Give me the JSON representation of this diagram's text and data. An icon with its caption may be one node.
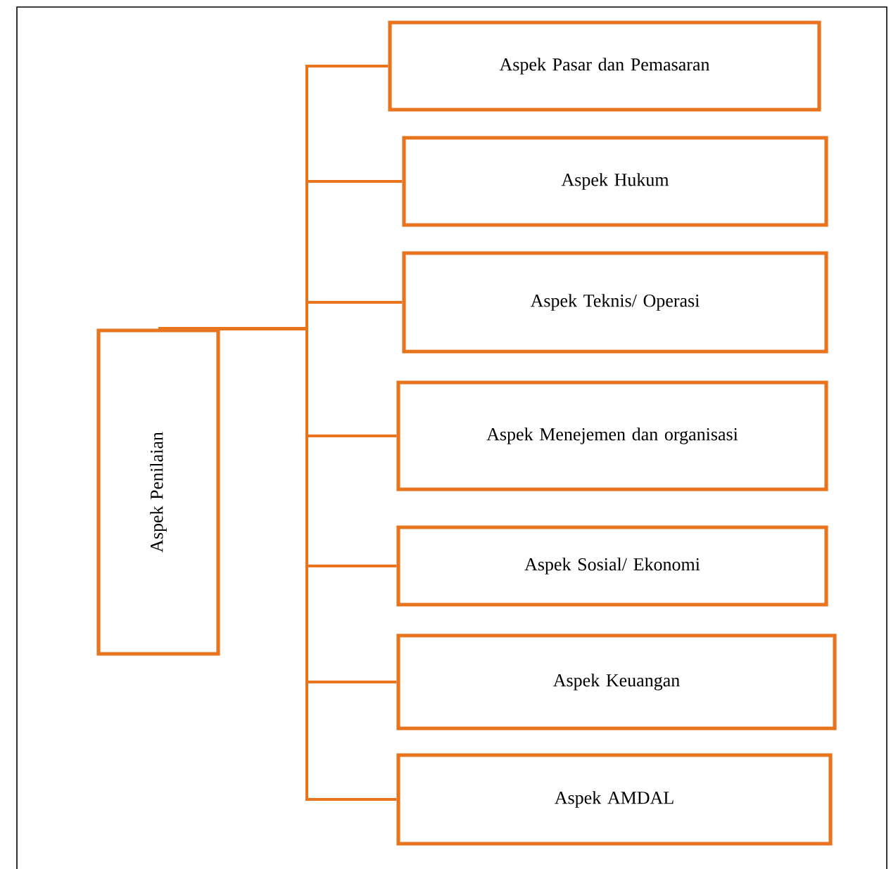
{
  "diagram": {
    "nodes": [
      {
        "text": [
          "Aspek Penilaian"
        ]
      },
      {
        "text": [
          "Aspek Pasar dan Pemasaran"
        ]
      },
      {
        "text": [
          "Aspek Hukum"
        ]
      },
      {
        "text": [
          "Aspek Teknis/ Operasi"
        ]
      },
      {
        "text": [
          "Aspek Menejemen dan organisasi"
        ]
      },
      {
        "text": [
          "Aspek Sosial/ Ekonomi"
        ]
      },
      {
        "text": [
          "Aspek Keuangan"
        ]
      },
      {
        "text": [
          "Aspek AMDAL"
        ]
      }
    ],
    "edges": [
      {
        "from": 0,
        "to": 1,
        "arrow": "none"
      },
      {
        "from": 0,
        "to": 2,
        "arrow": "none"
      },
      {
        "from": 0,
        "to": 3,
        "arrow": "none"
      },
      {
        "from": 0,
        "to": 4,
        "arrow": "none"
      },
      {
        "from": 0,
        "to": 5,
        "arrow": "none"
      },
      {
        "from": 0,
        "to": 6,
        "arrow": "none"
      },
      {
        "from": 0,
        "to": 7,
        "arrow": "none"
      }
    ]
  }
}
